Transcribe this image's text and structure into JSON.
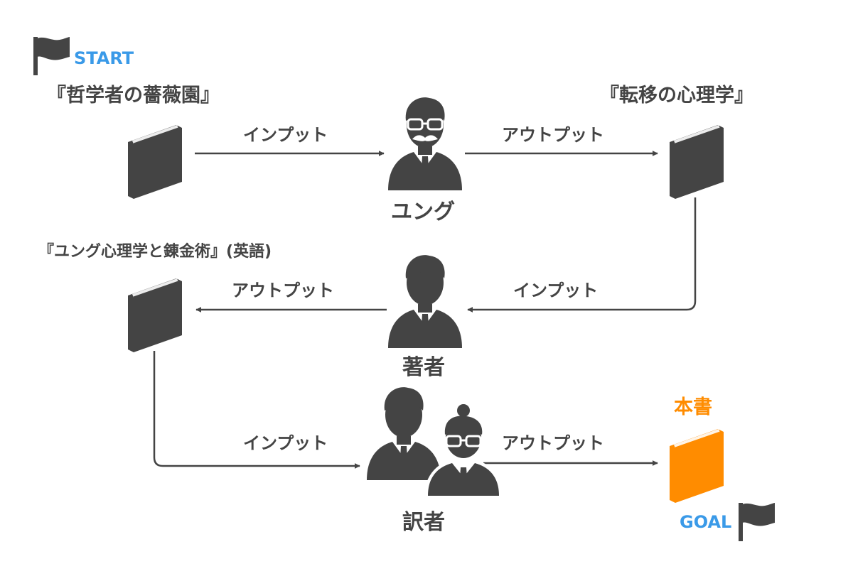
{
  "colors": {
    "icon": "#444444",
    "text": "#444444",
    "accent_blue": "#3a9ae8",
    "accent_orange": "#ff8c00",
    "background": "#ffffff"
  },
  "start_flag": {
    "label": "START",
    "icon": "flag-icon"
  },
  "goal_flag": {
    "label": "GOAL",
    "icon": "flag-icon"
  },
  "books": {
    "philosophers_rosegarden": "『哲学者の薔薇園』",
    "transference_psychology": "『転移の心理学』",
    "jung_psychology_alchemy": "『ユング心理学と錬金術』(英語)",
    "this_book": "本書"
  },
  "people": {
    "jung": "ユング",
    "author": "著者",
    "translators": "訳者"
  },
  "edges": {
    "input": "インプット",
    "output": "アウトプット"
  }
}
